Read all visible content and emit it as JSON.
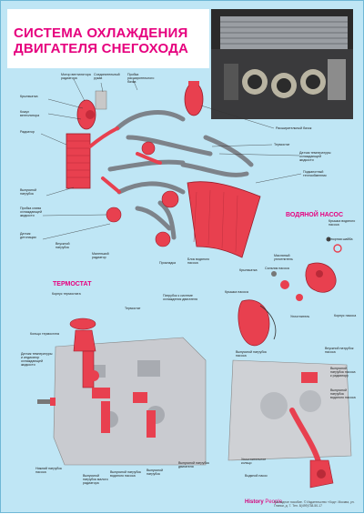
{
  "title": {
    "line1": "СИСТЕМА ОХЛАЖДЕНИЯ",
    "line2": "ДВИГАТЕЛЯ СНЕГОХОДА"
  },
  "sections": {
    "pump": "ВОДЯНОЙ НАСОС",
    "thermostat": "ТЕРМОСТАТ"
  },
  "labels": {
    "fan_motor": "Мотор вентилятора радиатора",
    "connecting_hose": "Соединительный рукав",
    "expansion_tank_plug": "Пробка расширительного бачка",
    "impeller": "Крыльчатка",
    "fan_housing": "Кожух вентилятора",
    "radiator": "Радиатор",
    "expansion_tank": "Расширительный бачок",
    "thermostat_top": "Термостат",
    "temp_sensor": "Датчик температуры охлаждающей жидкости",
    "heat_exchanger": "Подкапотный теплообменник",
    "outlet_pipe": "Выпускной патрубок",
    "drain_plug": "Пробка слива охлаждающей жидкости",
    "detonation_sensor": "Датчик детонации",
    "inlet_pipe": "Впускной патрубок",
    "radiator_inlet": "Маленький радиатор",
    "clamp": "Прокладка",
    "pump_block": "Блок водяного насоса",
    "thermostat_housing": "Корпус термостата",
    "thermostat_mid": "Термостат",
    "bypass_pipe": "Патрубок к системе охлаждения двигателя",
    "ring": "Кольцо термостата",
    "sensor_side": "Датчик температуры и индикатор охлаждающей жидкости",
    "left_outlet": "Нижний патрубок насоса",
    "small_radiator_pipe": "Выпускной патрубок малого радиатора",
    "inlet_hose": "Выпускной патрубок водяного насоса",
    "main_outlet": "Выпускной патрубок",
    "hose_to_engine": "Выпускной патрубок двигателя",
    "cover_pump": "Крышка водяного насоса",
    "thrust_washer": "Опорная шайба",
    "pump_impeller": "Крыльчатка",
    "oil_seal": "Масляный уплотнитель",
    "spacer_ring": "Сальник насоса",
    "seal_ring": "Уплотнитель",
    "pump_body": "Корпус насоса",
    "pump_cover": "Крышка насоса",
    "pump_pipe1": "Выпускной патрубок насоса",
    "pump_pipe2": "Впускной патрубок насоса",
    "pump_pipe3": "Выпускной патрубок насоса к радиатору",
    "pump_pipe4": "Выпускной патрубок водяного насоса",
    "ring_small": "Уплотнительное кольцо",
    "water_pump": "Водяной насос"
  },
  "footer": {
    "brand": "History",
    "brand2": "People",
    "note": "Наглядное пособие. © Издательство «Ход». Москва, ул. Глинки, д. 7. Тел. 8(499)738-50-17"
  },
  "colors": {
    "background": "#bfe6f5",
    "accent": "#e6007e",
    "part": "#e8404f",
    "hose": "#8a8f96"
  }
}
